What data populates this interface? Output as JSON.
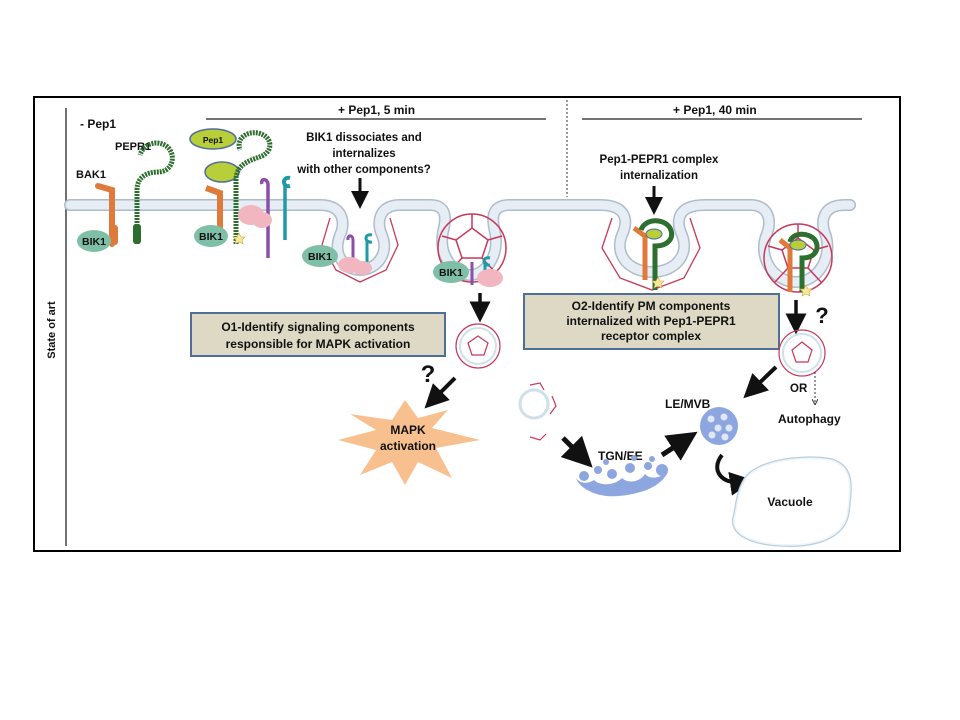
{
  "side_label": "State of art",
  "panels": {
    "no_pep1": {
      "title": "- Pep1"
    },
    "pep1_5min": {
      "title": "+ Pep1, 5 min",
      "annotation": [
        "BIK1 dissociates and",
        "internalizes",
        "with other components?"
      ]
    },
    "pep1_40min": {
      "title": "+ Pep1, 40 min",
      "annotation": [
        "Pep1-PEPR1 complex",
        "internalization"
      ]
    }
  },
  "proteins": {
    "bak1": "BAK1",
    "pepr1": "PEPR1",
    "bik1": "BIK1",
    "pep1": "Pep1"
  },
  "objectives": {
    "o1": [
      "O1-Identify signaling components",
      "responsible for MAPK activation"
    ],
    "o2": [
      "O2-Identify PM components",
      "internalized with Pep1-PEPR1",
      "receptor complex"
    ]
  },
  "outcomes": {
    "mapk": [
      "MAPK",
      "activation"
    ],
    "question": "?",
    "tgn_ee": "TGN/EE",
    "le_mvb": "LE/MVB",
    "or": "OR",
    "autophagy": "Autophagy",
    "vacuole": "Vacuole"
  },
  "colors": {
    "bak1": "#e07a3a",
    "pepr1": "#2e6e2e",
    "bik1": "#7fbfa8",
    "pep1": "#b9cf3a",
    "clathrin": "#c8385a",
    "membrane": "#dde6ee",
    "objective_box": "#ddd9c4",
    "objective_border": "#4f6e9a",
    "mapk_burst": "#f9c08f",
    "organelle": "#8ea6e0",
    "partner_purple": "#8a4fa8",
    "partner_teal": "#1f9aa6",
    "partner_pink": "#f1b6c0"
  }
}
